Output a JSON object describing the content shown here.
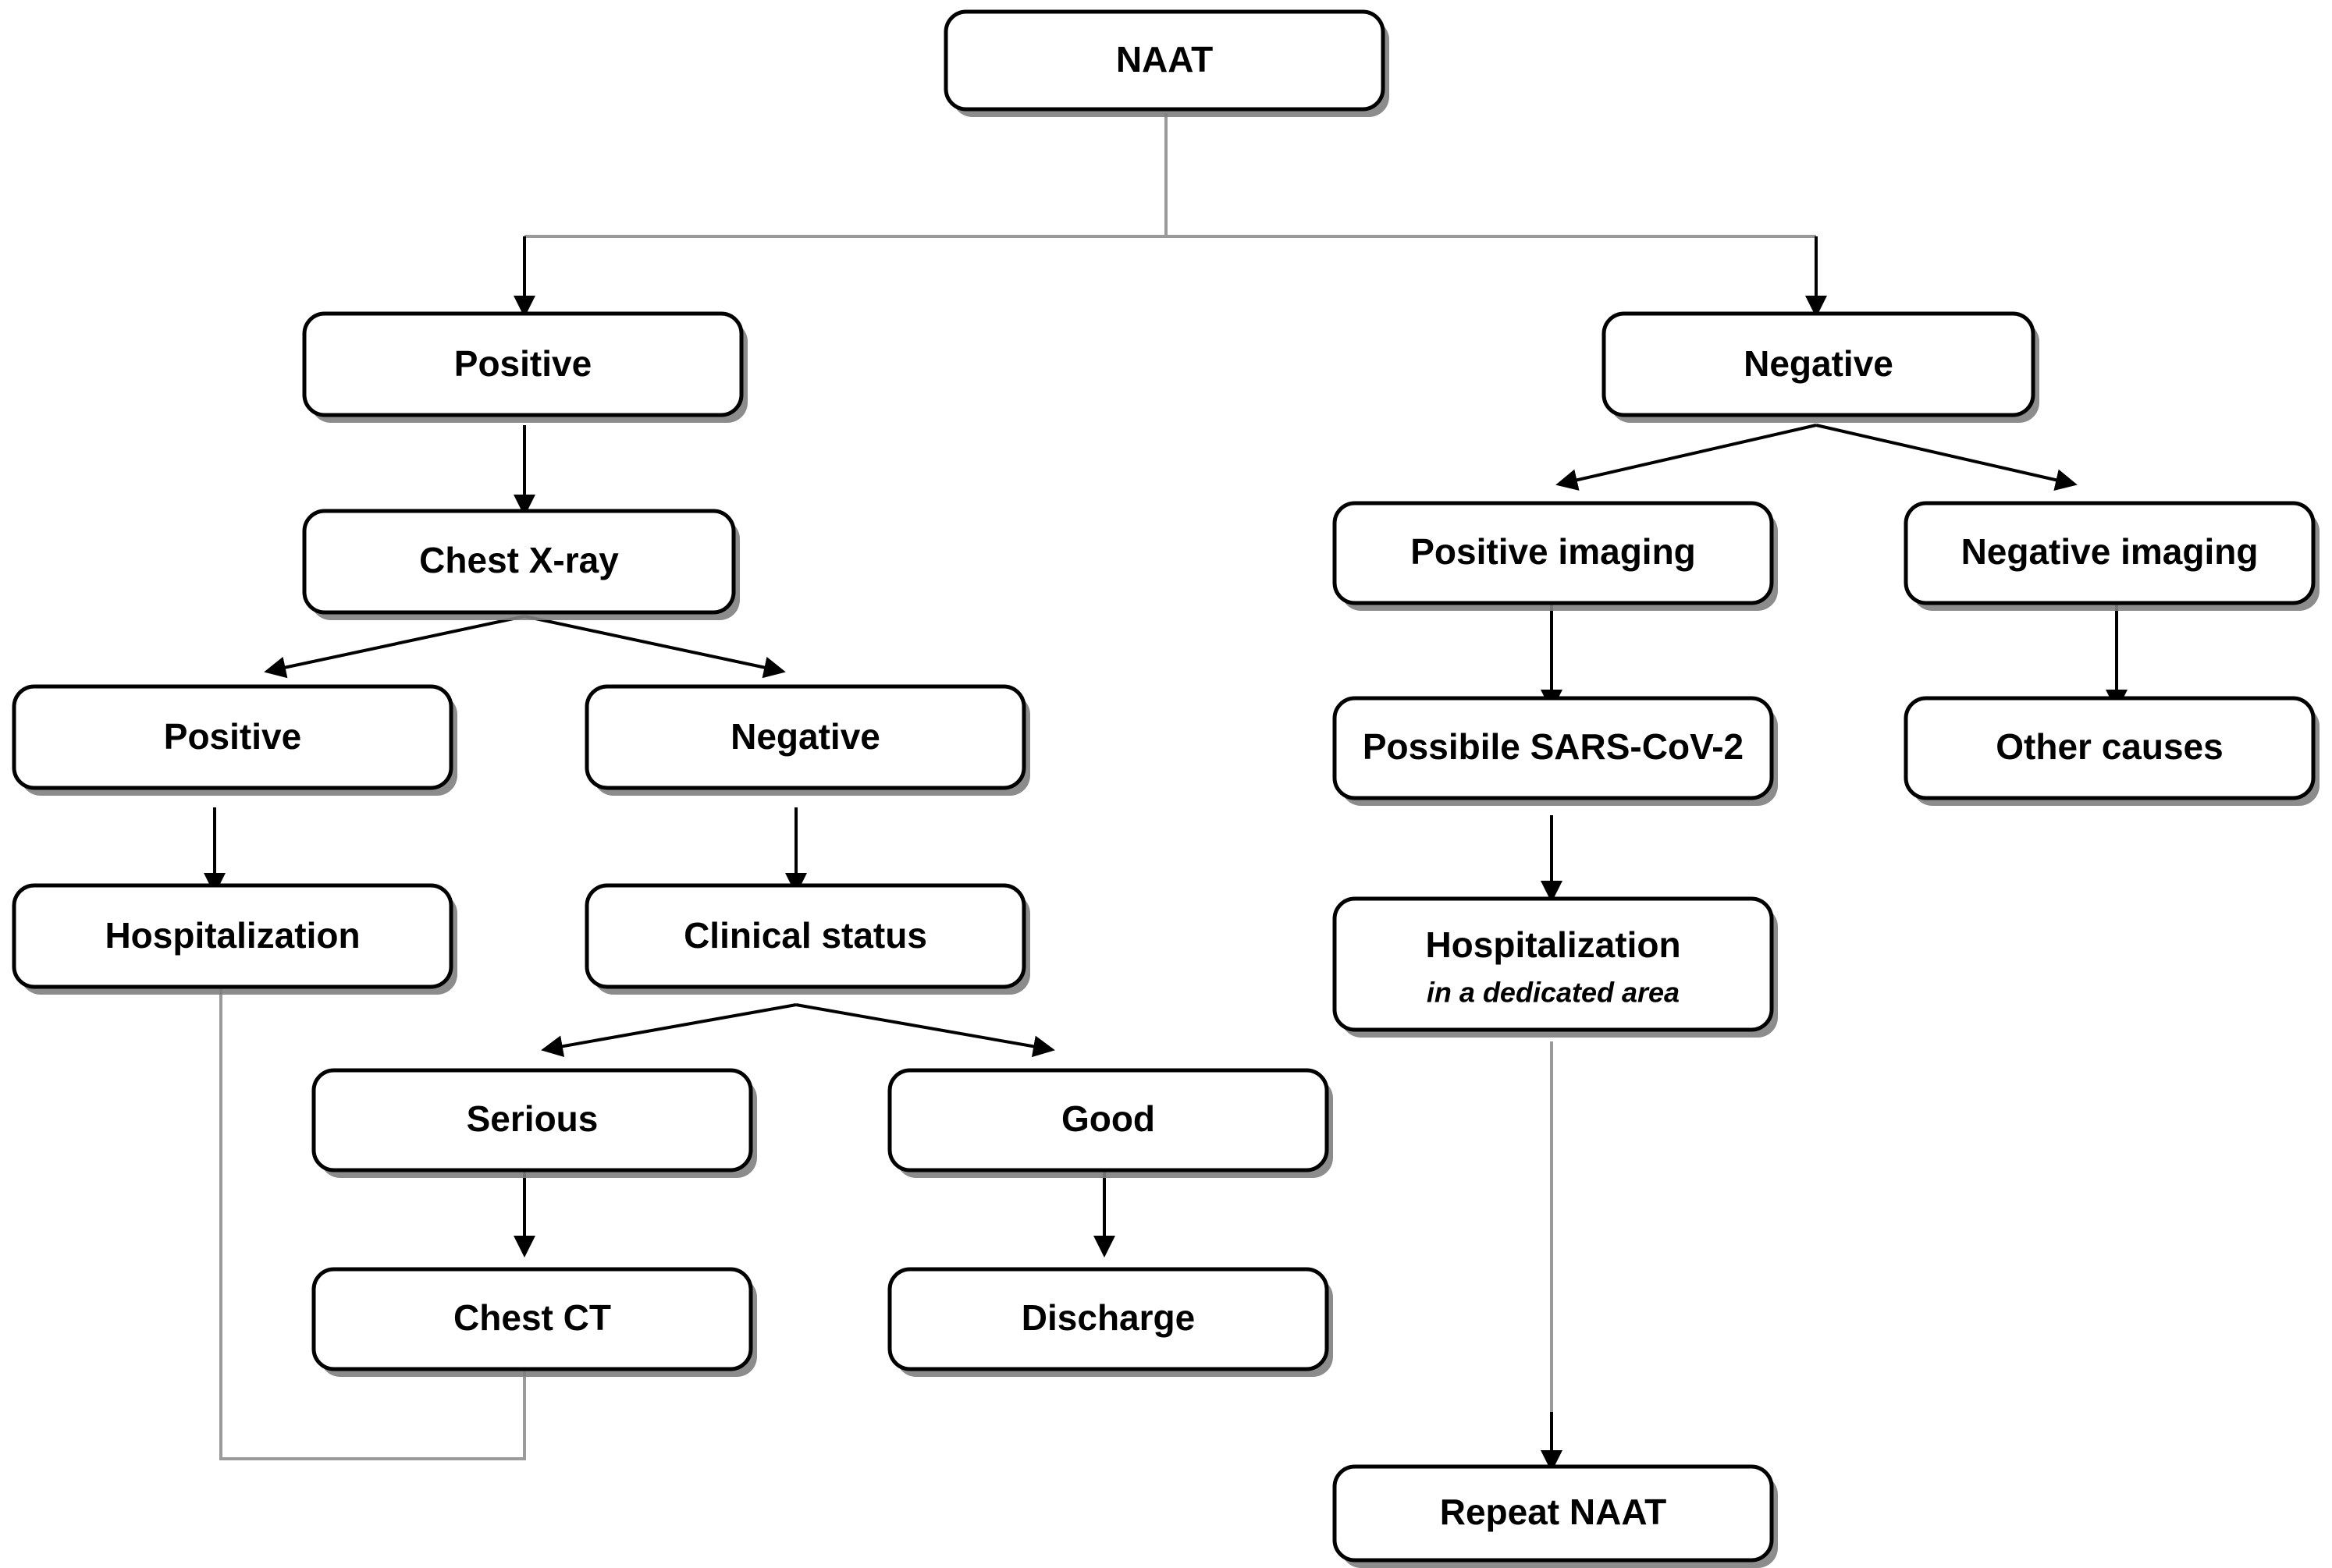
{
  "diagram": {
    "title": "NAAT diagnostic pathway flowchart",
    "type": "flowchart",
    "background_color": "#ffffff",
    "box_stroke_color": "#000000",
    "box_fill_color": "#ffffff",
    "edge_color": "#000000",
    "light_edge_color": "#9a9a9a"
  },
  "nodes": {
    "naat": {
      "label": "NAAT"
    },
    "positive": {
      "label": "Positive"
    },
    "negative": {
      "label": "Negative"
    },
    "chest_xray": {
      "label": "Chest X-ray"
    },
    "xray_positive": {
      "label": "Positive"
    },
    "xray_negative": {
      "label": "Negative"
    },
    "hospitalization": {
      "label": "Hospitalization"
    },
    "clinical_status": {
      "label": "Clinical status"
    },
    "serious": {
      "label": "Serious"
    },
    "good": {
      "label": "Good"
    },
    "chest_ct": {
      "label": "Chest CT"
    },
    "discharge": {
      "label": "Discharge"
    },
    "positive_imaging": {
      "label": "Positive imaging"
    },
    "negative_imaging": {
      "label": "Negative imaging"
    },
    "possible_sars": {
      "label": "Possibile SARS-CoV-2"
    },
    "other_causes": {
      "label": "Other causes"
    },
    "hospitalization_dedicated": {
      "label": "Hospitalization",
      "sublabel": "in a dedicated area"
    },
    "repeat_naat": {
      "label": "Repeat NAAT"
    }
  },
  "edges": [
    {
      "from": "naat",
      "to": "positive",
      "style": "elbow-light",
      "arrow": true
    },
    {
      "from": "naat",
      "to": "negative",
      "style": "elbow-light",
      "arrow": true
    },
    {
      "from": "positive",
      "to": "chest_xray",
      "style": "straight",
      "arrow": true
    },
    {
      "from": "chest_xray",
      "to": "xray_positive",
      "style": "diagonal",
      "arrow": true
    },
    {
      "from": "chest_xray",
      "to": "xray_negative",
      "style": "diagonal",
      "arrow": true
    },
    {
      "from": "xray_positive",
      "to": "hospitalization",
      "style": "straight",
      "arrow": true
    },
    {
      "from": "xray_negative",
      "to": "clinical_status",
      "style": "straight",
      "arrow": true
    },
    {
      "from": "clinical_status",
      "to": "serious",
      "style": "diagonal",
      "arrow": true
    },
    {
      "from": "clinical_status",
      "to": "good",
      "style": "diagonal",
      "arrow": true
    },
    {
      "from": "serious",
      "to": "chest_ct",
      "style": "straight",
      "arrow": true
    },
    {
      "from": "good",
      "to": "discharge",
      "style": "straight",
      "arrow": true
    },
    {
      "from": "chest_ct",
      "to": "hospitalization",
      "style": "feedback-loop",
      "arrow": true
    },
    {
      "from": "negative",
      "to": "positive_imaging",
      "style": "diagonal",
      "arrow": true
    },
    {
      "from": "negative",
      "to": "negative_imaging",
      "style": "diagonal",
      "arrow": true
    },
    {
      "from": "positive_imaging",
      "to": "possible_sars",
      "style": "straight",
      "arrow": true
    },
    {
      "from": "negative_imaging",
      "to": "other_causes",
      "style": "straight",
      "arrow": true
    },
    {
      "from": "possible_sars",
      "to": "hospitalization_dedicated",
      "style": "straight",
      "arrow": true
    },
    {
      "from": "hospitalization_dedicated",
      "to": "repeat_naat",
      "style": "straight",
      "arrow": true
    }
  ]
}
